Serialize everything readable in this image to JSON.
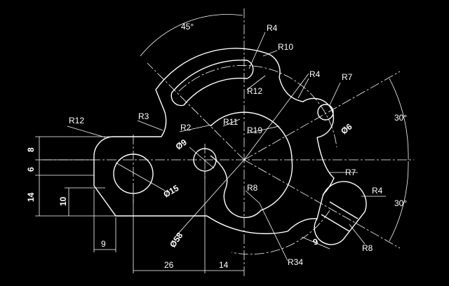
{
  "drawing": {
    "background": "#000000",
    "line_color": "#ffffff",
    "labels": {
      "angle_top": "45°",
      "r4_top": "R4",
      "r10": "R10",
      "r4_mid": "R4",
      "r7_top": "R7",
      "r12_inner": "R12",
      "r12_left": "R12",
      "r3": "R3",
      "r11": "R11",
      "r2": "R2",
      "r19": "R19",
      "phi6": "Ø6",
      "angle_right_upper": "30°",
      "phi9": "Ø9",
      "r7_right": "R7",
      "r8_center": "R8",
      "r4_lower": "R4",
      "phi15": "Ø15",
      "angle_right_lower": "30°",
      "phi58": "Ø58",
      "dim_9_slot": "9",
      "r8_lower": "R8",
      "r34": "R34",
      "dim_8": "8",
      "dim_6": "6",
      "dim_14_left": "14",
      "dim_10": "10",
      "dim_9_bottom": "9",
      "dim_26": "26",
      "dim_14_bottom": "14"
    }
  }
}
